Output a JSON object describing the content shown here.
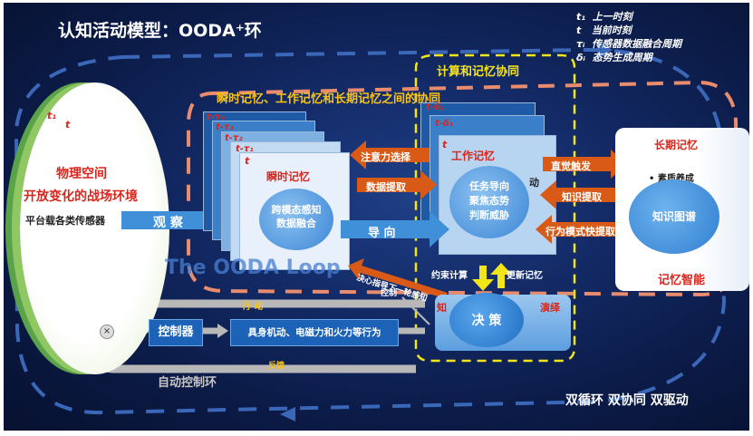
{
  "title": "认知活动模型：OODA⁺环",
  "legend": [
    {
      "sym": "t₁",
      "text": "上一时刻"
    },
    {
      "sym": "t",
      "text": "当前时刻"
    },
    {
      "sym": "τᵢ",
      "text": "传感器数据融合周期"
    },
    {
      "sym": "δᵢ",
      "text": "态势生成周期"
    }
  ],
  "regions": {
    "compute_memory_sync": "计算和记忆协同",
    "memory_sync": "瞬时记忆、工作记忆和长期记忆之间的协同",
    "ooda_loop": "The OODA Loop",
    "auto_control_loop": "自动控制环",
    "bottom_slogan": "双循环 双协同 双驱动"
  },
  "physical": {
    "t1": "t₁",
    "t": "t",
    "line1": "物理空间",
    "line2": "开放变化的战场环境",
    "sensors": "平台载各类传感器"
  },
  "instant_memory": {
    "stack_labels": [
      "t-τ₄",
      "t-τ₃",
      "t-τ₂",
      "t-τ₁",
      "t"
    ],
    "title": "瞬时记忆",
    "bubble": "跨模态感知\n数据融合"
  },
  "working_memory": {
    "stack_labels": [
      "t-δ₂",
      "t-δ₁",
      "t"
    ],
    "title": "工作记忆",
    "bubble": "任务导向\n聚焦态势\n判断威胁",
    "partial": "动"
  },
  "long_term_memory": {
    "title": "长期记忆",
    "bullet": "素质养成",
    "bubble": "知识图谱",
    "footer": "记忆智能"
  },
  "decision": {
    "bubble": "决 策",
    "left_partial": "知",
    "right_partial": "演绎"
  },
  "arrows": {
    "observe": "观 察",
    "orient": "导 向",
    "attention": "注意力选择",
    "data_extract": "数据提取",
    "intuition": "直觉触发",
    "knowledge_extract": "知识提取",
    "pattern_extract": "行为模式快提取",
    "constraint": "约束计算",
    "update_memory": "更新记忆",
    "decision_guide": "决心指导下一轮感知",
    "control": "控制",
    "action": "行 动",
    "feedback": "反馈"
  },
  "controller": {
    "label": "控制器",
    "behavior": "具身机动、电磁力和火力等行为",
    "plus": "+",
    "minus": "-",
    "sum": "×"
  }
}
